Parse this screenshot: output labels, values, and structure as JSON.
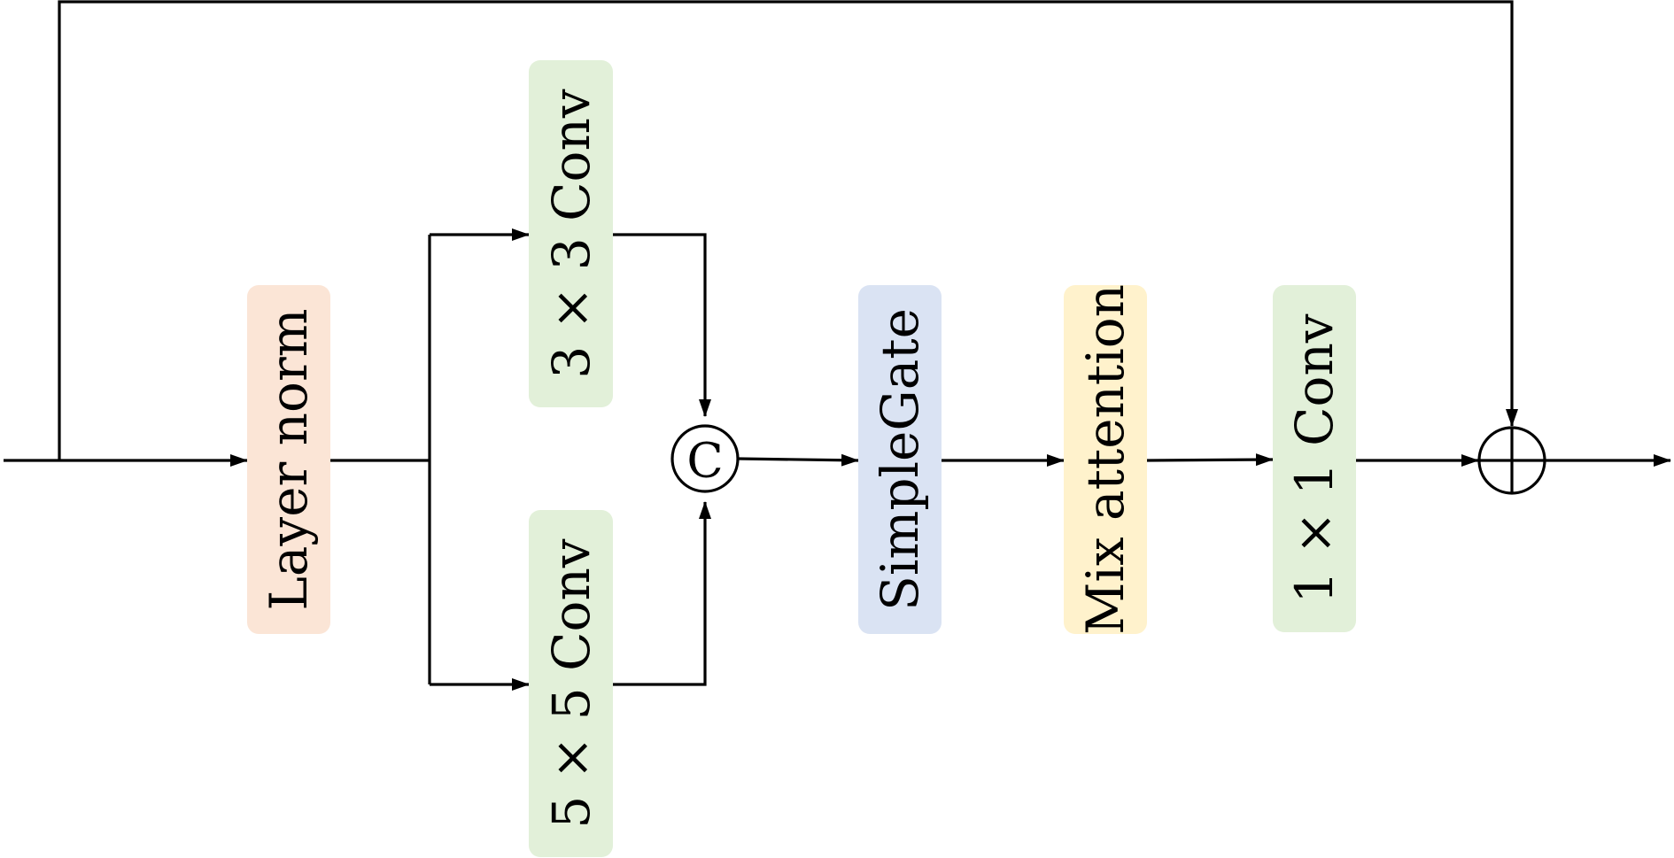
{
  "blocks": {
    "layer_norm": {
      "label": "Layer norm",
      "color": "#fbe5d6"
    },
    "conv3": {
      "label": "3 × 3 Conv",
      "color": "#e2f0d9"
    },
    "conv5": {
      "label": "5 × 5 Conv",
      "color": "#e2f0d9"
    },
    "simplegate": {
      "label": "SimpleGate",
      "color": "#dae3f3"
    },
    "mix_attention": {
      "label": "Mix attention",
      "color": "#fff2cc"
    },
    "conv1": {
      "label": "1 × 1 Conv",
      "color": "#e2f0d9"
    }
  },
  "concat_node": {
    "symbol": "C",
    "meaning": "concatenation"
  },
  "add_node": {
    "meaning": "element-wise addition"
  }
}
